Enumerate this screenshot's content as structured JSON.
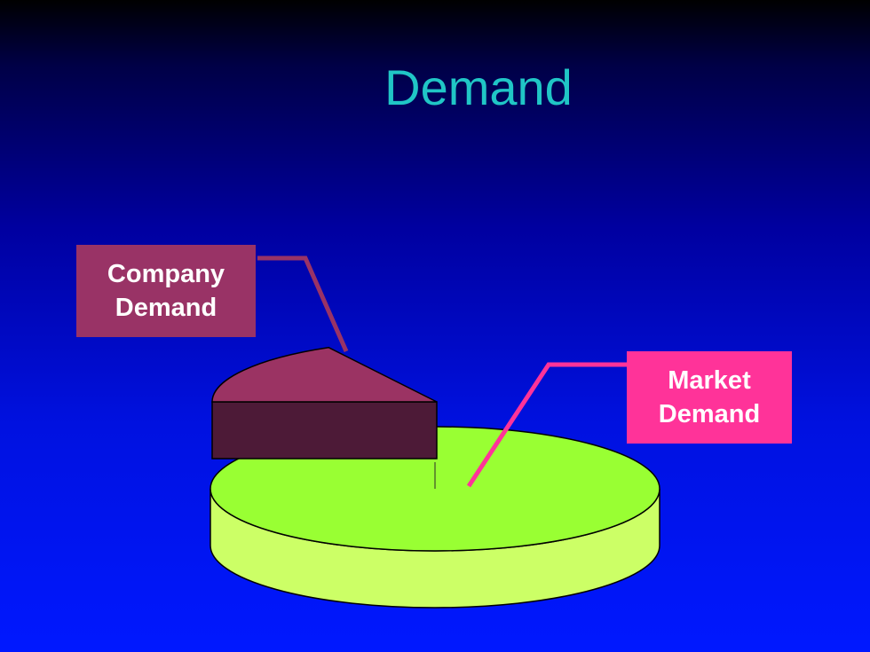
{
  "slide": {
    "title": "Demand"
  },
  "chart_data": {
    "type": "pie",
    "title": "Demand",
    "slices": [
      {
        "label": "Company Demand",
        "label_lines": [
          "Company",
          "Demand"
        ],
        "value": 17,
        "exploded": true
      },
      {
        "label": "Market Demand",
        "label_lines": [
          "Market",
          "Demand"
        ],
        "value": 83,
        "exploded": false
      }
    ],
    "colors": {
      "company_top": "#9b3363",
      "company_side": "#4d1a37",
      "company_label_bg": "#993366",
      "market_top": "#99ff33",
      "market_side": "#ccff66",
      "market_label_bg": "#ff3399",
      "title_color": "#20c6c6"
    }
  }
}
